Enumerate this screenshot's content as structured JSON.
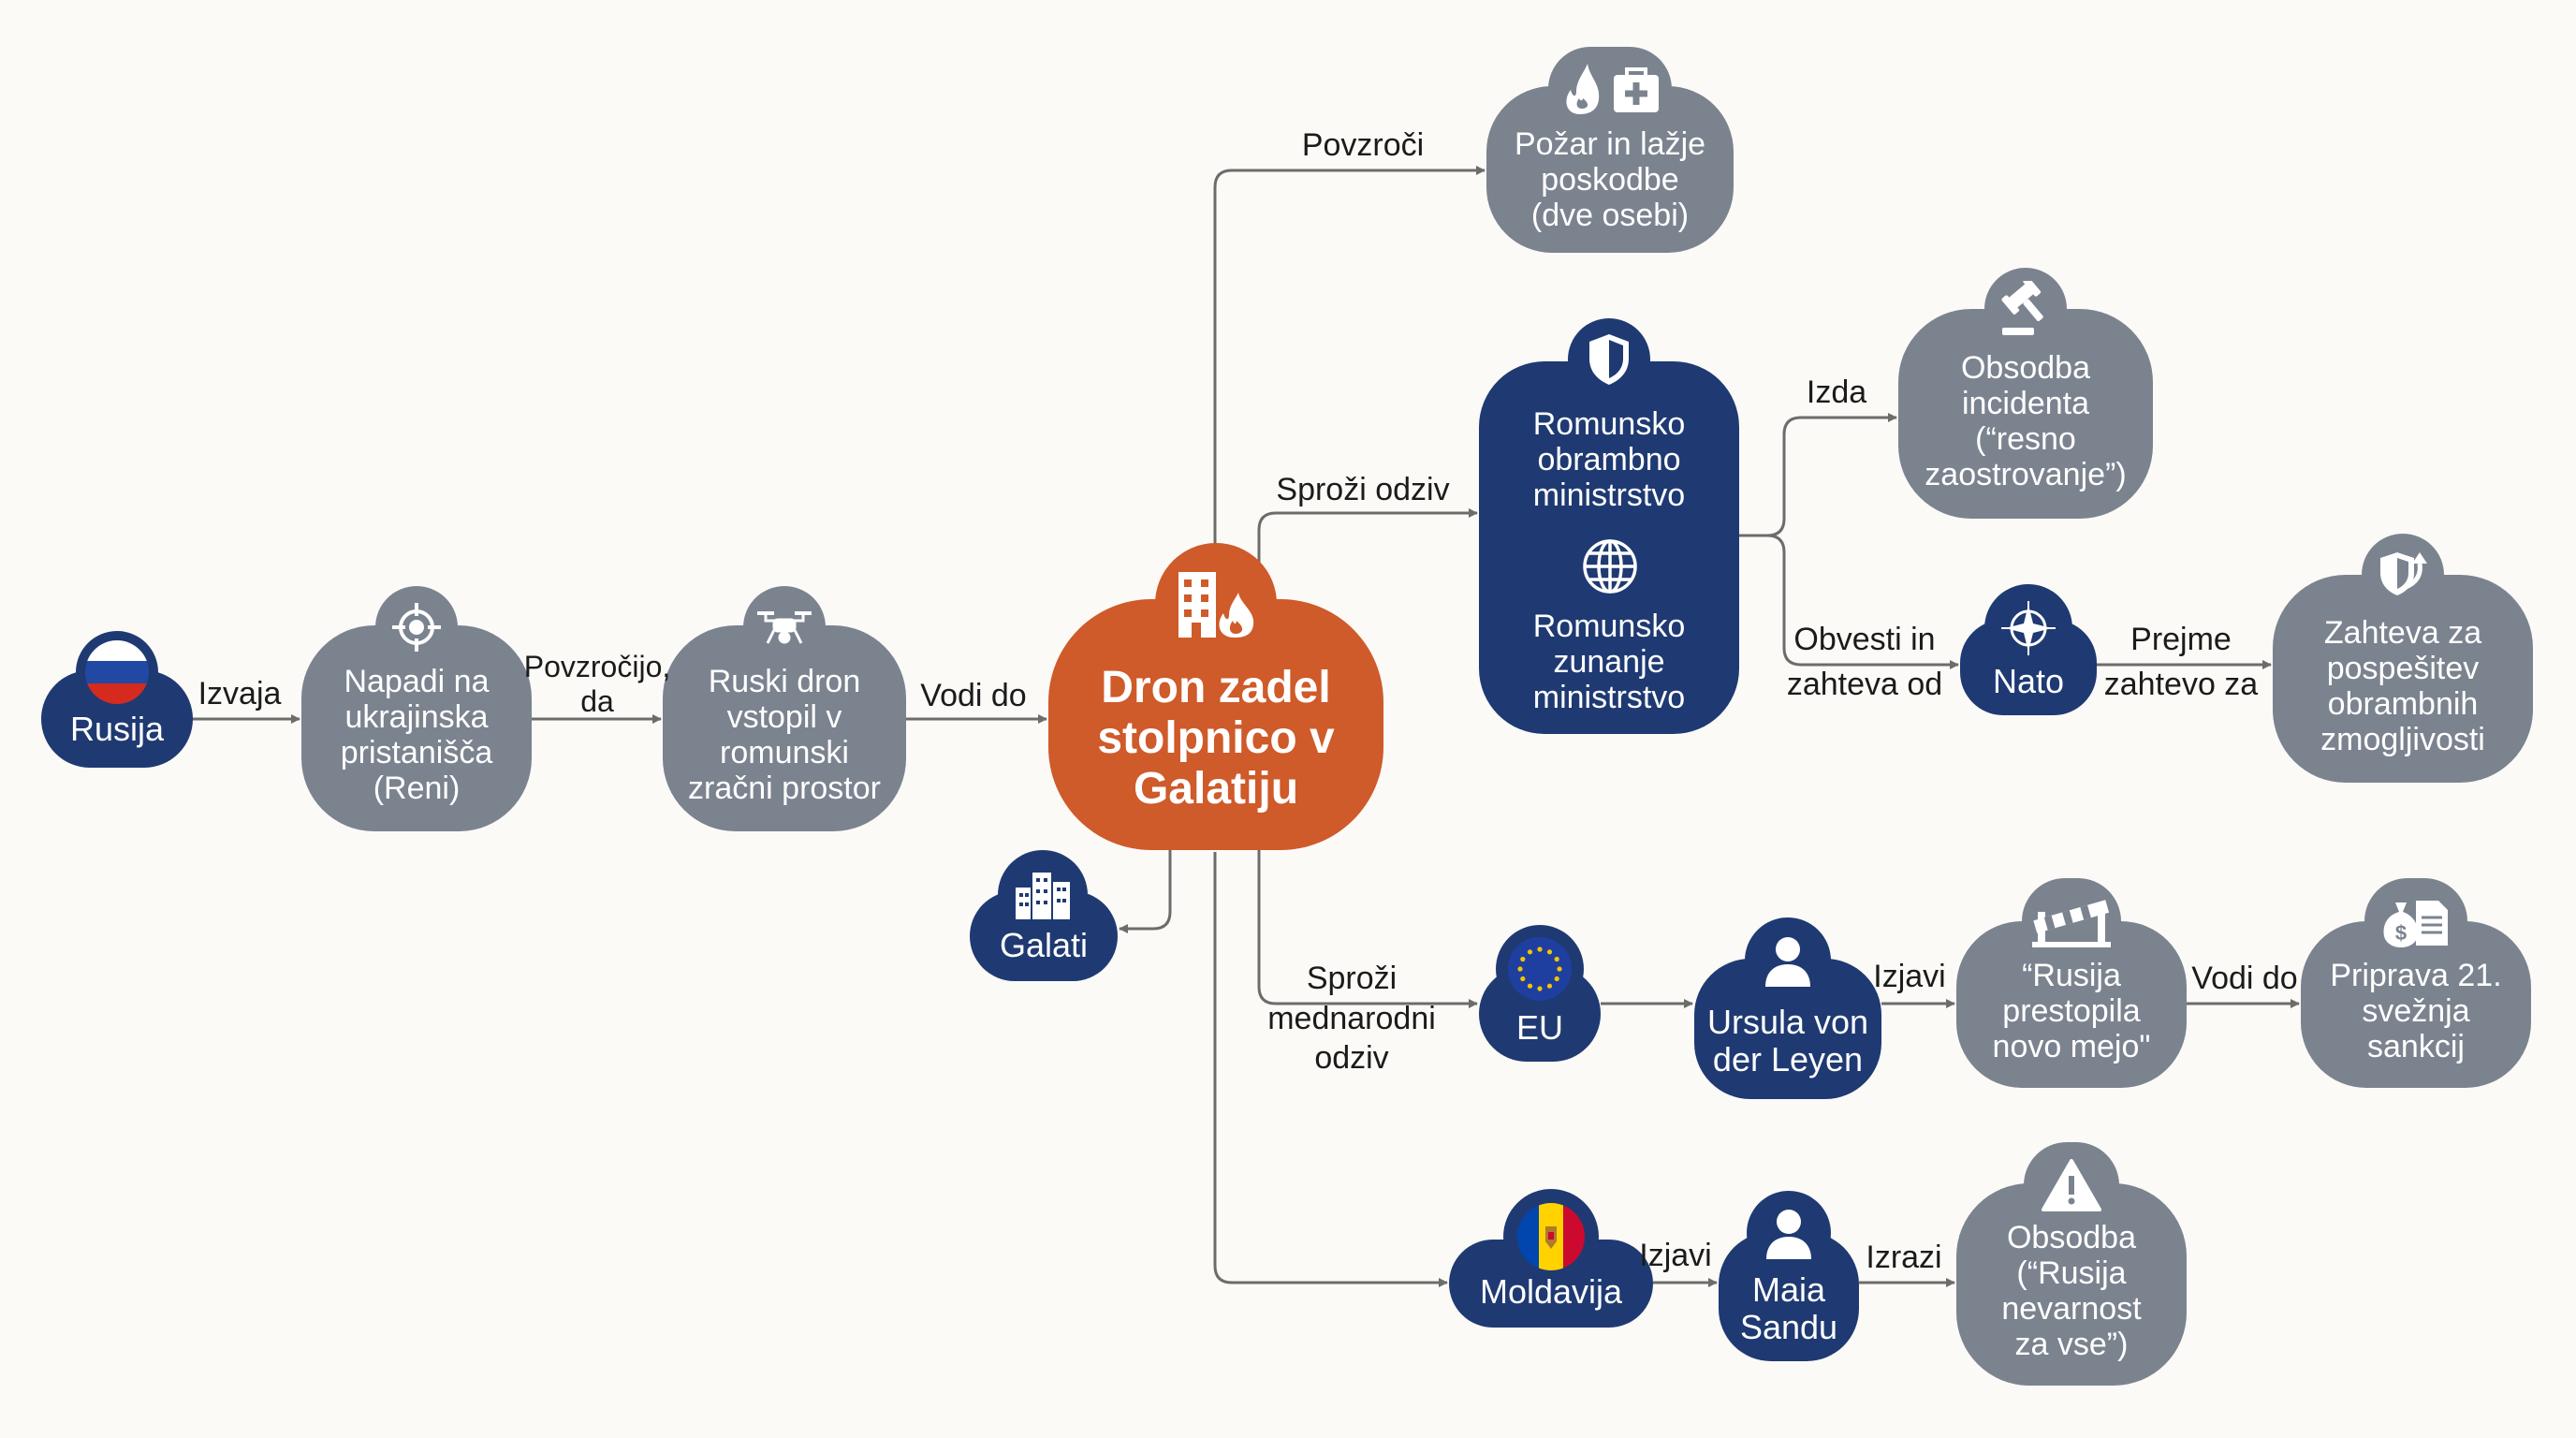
{
  "colors": {
    "grey": "#7b838f",
    "navy": "#1f3a72",
    "orange": "#cf5a2a",
    "connector": "#6c6c6c"
  },
  "nodes": {
    "rusija": {
      "label": "Rusija",
      "icon": "russia-flag-icon"
    },
    "napadi": {
      "label": "Napadi na\nukrajinska\npristanišča\n(Reni)",
      "icon": "target-icon"
    },
    "ruski_dron": {
      "label": "Ruski dron\nvstopil v\nromunski\nzračni prostor",
      "icon": "drone-icon"
    },
    "dron_zadel": {
      "label": "Dron zadel\nstolpnico v\nGalatiju",
      "icon": "burning-building-icon"
    },
    "galati": {
      "label": "Galati",
      "icon": "city-icon"
    },
    "pozar": {
      "label": "Požar in lažje\nposkodbe\n(dve osebi)",
      "icon": "fire-medkit-icon"
    },
    "ministrstva": {
      "label_defense": "Romunsko\nobrambno\nministrstvo",
      "label_foreign": "Romunsko\nzunanje\nministrstvo",
      "icon_defense": "shield-icon",
      "icon_foreign": "globe-icon"
    },
    "obsodba_incidenta": {
      "label": "Obsodba\nincidenta\n(“resno\nzaostrovanje”)",
      "icon": "gavel-icon"
    },
    "nato": {
      "label": "Nato",
      "icon": "nato-compass-icon"
    },
    "zahteva": {
      "label": "Zahteva za\npospešitev\nobrambnih\nzmogljivosti",
      "icon": "shield-arrow-icon"
    },
    "eu": {
      "label": "EU",
      "icon": "eu-flag-icon"
    },
    "ursula": {
      "label": "Ursula von\nder Leyen",
      "icon": "person-icon"
    },
    "rusija_prestopila": {
      "label": "“Rusija\nprestopila\nnovo mejo\"",
      "icon": "barrier-icon"
    },
    "priprava": {
      "label": "Priprava 21.\nsvežnja\nsankcij",
      "icon": "money-document-icon"
    },
    "moldavija": {
      "label": "Moldavija",
      "icon": "moldova-flag-icon"
    },
    "maia": {
      "label": "Maia\nSandu",
      "icon": "person-icon"
    },
    "obsodba_rusija": {
      "label": "Obsodba\n(“Rusija\nnevarnost\nza vse”)",
      "icon": "warning-icon"
    }
  },
  "edges": {
    "izvaja": "Izvaja",
    "povzrocijo": "Povzročijo,\nda",
    "vodi_do_1": "Vodi do",
    "povzroci": "Povzroči",
    "sprozi_odziv": "Sproži odziv",
    "izda": "Izda",
    "obvesti": "Obvesti in\nzahteva od",
    "prejme": "Prejme\nzahtevo za",
    "sprozi_mednarodni": "Sproži\nmednarodni\nodziv",
    "izjavi_1": "Izjavi",
    "vodi_do_2": "Vodi do",
    "izjavi_2": "Izjavi",
    "izrazi": "Izrazi"
  }
}
